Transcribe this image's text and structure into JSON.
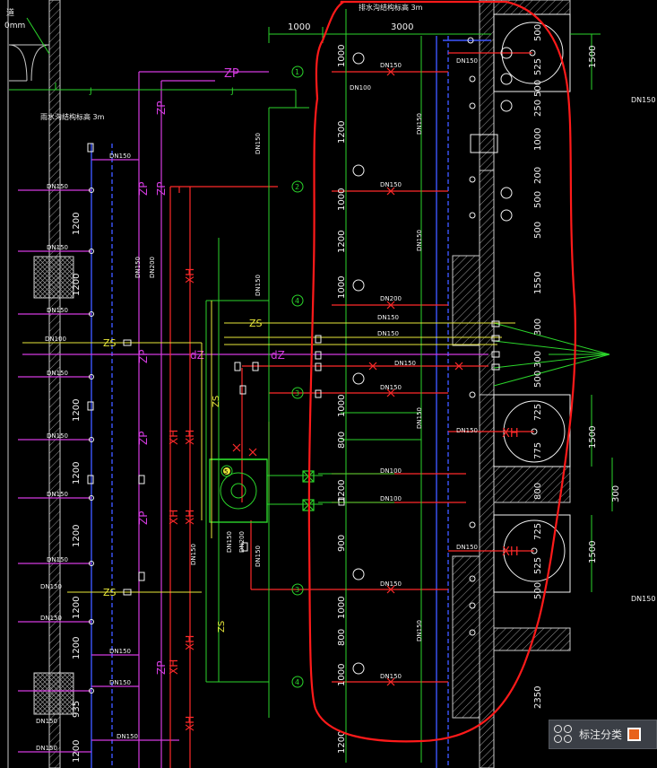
{
  "drawing": {
    "top_dims": {
      "d1": "1000",
      "d2": "3000"
    },
    "top_note": "排水沟结构标高 3m",
    "left_note": "雨水沟结构标高 3m",
    "corner_note": "0mm",
    "corner_char": "道",
    "pipe_labels": {
      "zp": "ZP",
      "zs": "ZS",
      "dz": "dZ",
      "xh": "XH",
      "j": "J"
    },
    "pipe_sizes": {
      "dn150": "DN150",
      "dn200": "DN200",
      "dn100": "DN100"
    },
    "left_dims": [
      "1200",
      "1200",
      "1200",
      "1200",
      "1200",
      "1200",
      "1200",
      "935",
      "1200"
    ],
    "center_dims": [
      "1000",
      "1200",
      "1000",
      "1200",
      "1000",
      "1000",
      "800",
      "1200",
      "900",
      "1000",
      "800",
      "1000",
      "1200"
    ],
    "right_dims": [
      "500",
      "525",
      "500",
      "250",
      "1000",
      "200",
      "500",
      "500",
      "1550",
      "300",
      "300",
      "500",
      "725",
      "775",
      "800",
      "725",
      "525",
      "500",
      "2350"
    ],
    "right_big_dims": [
      "1500",
      "1500",
      "1500"
    ],
    "far_right_dim": "300",
    "bubbles": [
      "1",
      "2",
      "4",
      "3",
      "3",
      "4",
      "5"
    ],
    "well_label": "XH"
  },
  "colors": {
    "background": "#000000",
    "wall": "#c9c9c9",
    "green": "#2bd52b",
    "magenta": "#d43be0",
    "red": "#ff2a2a",
    "blue": "#3d55ff",
    "yellow": "#e8e83a",
    "white": "#f2f2f2",
    "annotation": "#ff1a1a"
  },
  "toolbar": {
    "label": "标注分类",
    "icon": "category-icon",
    "swatch_color": "#e8621c"
  }
}
